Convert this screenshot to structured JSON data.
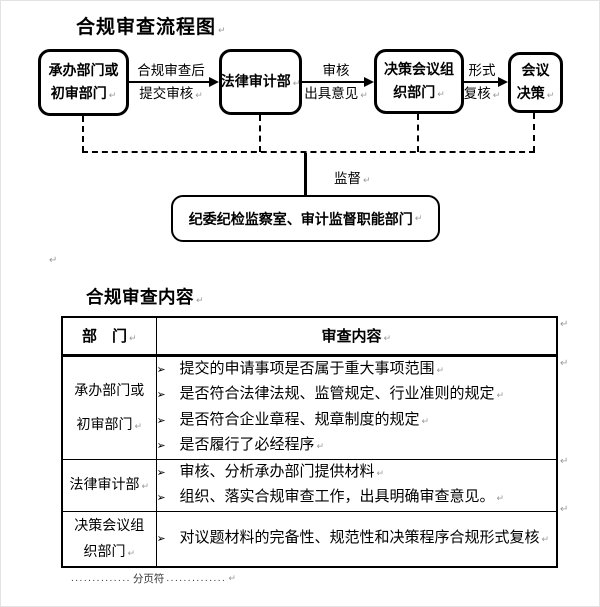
{
  "marks": {
    "pilcrow": "↵"
  },
  "flowchart": {
    "title": "合规审查流程图",
    "boxes": [
      {
        "lines": [
          "承办部门或",
          "初审部门"
        ]
      },
      {
        "lines": [
          "法律审计部"
        ]
      },
      {
        "lines": [
          "决策会议组",
          "织部门"
        ]
      },
      {
        "lines": [
          "会议",
          "决策"
        ]
      }
    ],
    "arrow_labels": [
      {
        "lines": [
          "合规审查后",
          "提交审核"
        ]
      },
      {
        "lines": [
          "审核",
          "出具意见"
        ]
      },
      {
        "lines": [
          "形式",
          "复核"
        ]
      }
    ],
    "supervision_label": "监督",
    "supervisor_box": "纪委纪检监察室、审计监督职能部门"
  },
  "content_section": {
    "title": "合规审查内容",
    "table": {
      "bullet_glyph": "➢",
      "headers": [
        "部　门",
        "审查内容"
      ],
      "rows": [
        {
          "dept_lines": [
            "承办部门或",
            "初审部门"
          ],
          "items": [
            "提交的申请事项是否属于重大事项范围",
            "是否符合法律法规、监管规定、行业准则的规定",
            "是否符合企业章程、规章制度的规定",
            "是否履行了必经程序"
          ]
        },
        {
          "dept_lines": [
            "法律审计部"
          ],
          "items": [
            "审核、分析承办部门提供材料",
            "组织、落实合规审查工作，出具明确审查意见。"
          ]
        },
        {
          "dept_lines": [
            "决策会议组",
            "织部门"
          ],
          "items": [
            "对议题材料的完备性、规范性和决策程序合规形式复核"
          ]
        }
      ]
    }
  },
  "footer": {
    "dots_left": "..............",
    "page_break_label": "分页符",
    "dots_right": ".............."
  }
}
